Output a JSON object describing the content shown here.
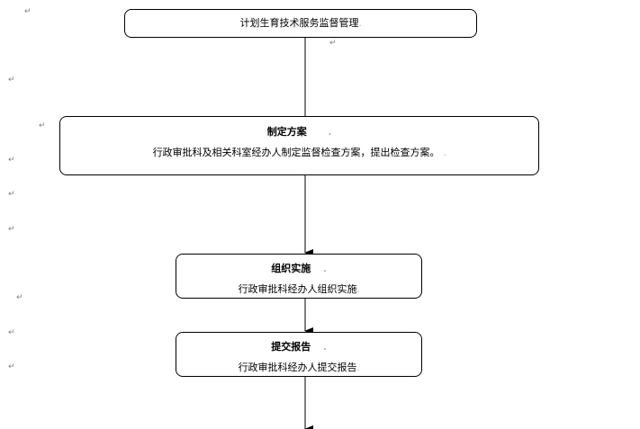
{
  "flow": {
    "step1": {
      "text": "计划生育技术服务监督管理"
    },
    "step2": {
      "title": "制定方案",
      "desc": "行政审批科及相关科室经办人制定监督检查方案，提出检查方案。"
    },
    "step3": {
      "title": "组织实施",
      "desc": "行政审批科经办人组织实施"
    },
    "step4": {
      "title": "提交报告",
      "desc": "行政审批科经办人提交报告"
    }
  },
  "marks": {
    "paragraph": "↵",
    "end_cell": "."
  }
}
